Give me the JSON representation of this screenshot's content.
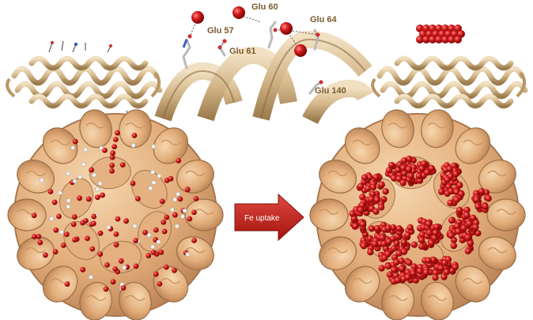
{
  "figure": {
    "residue_labels": {
      "glu57": "Glu 57",
      "glu60": "Glu 60",
      "glu61": "Glu 61",
      "glu64": "Glu 64",
      "glu140": "Glu 140"
    },
    "arrow_label": "Fe uptake"
  },
  "colors": {
    "protein": "#d8bf93",
    "protein_dark": "#a8875a",
    "shell": "#e7b585",
    "shell_edge": "#9a6e45",
    "iron": "#d11c1c",
    "iron_dark": "#8e0a0a",
    "arrow": "#c8231f"
  }
}
